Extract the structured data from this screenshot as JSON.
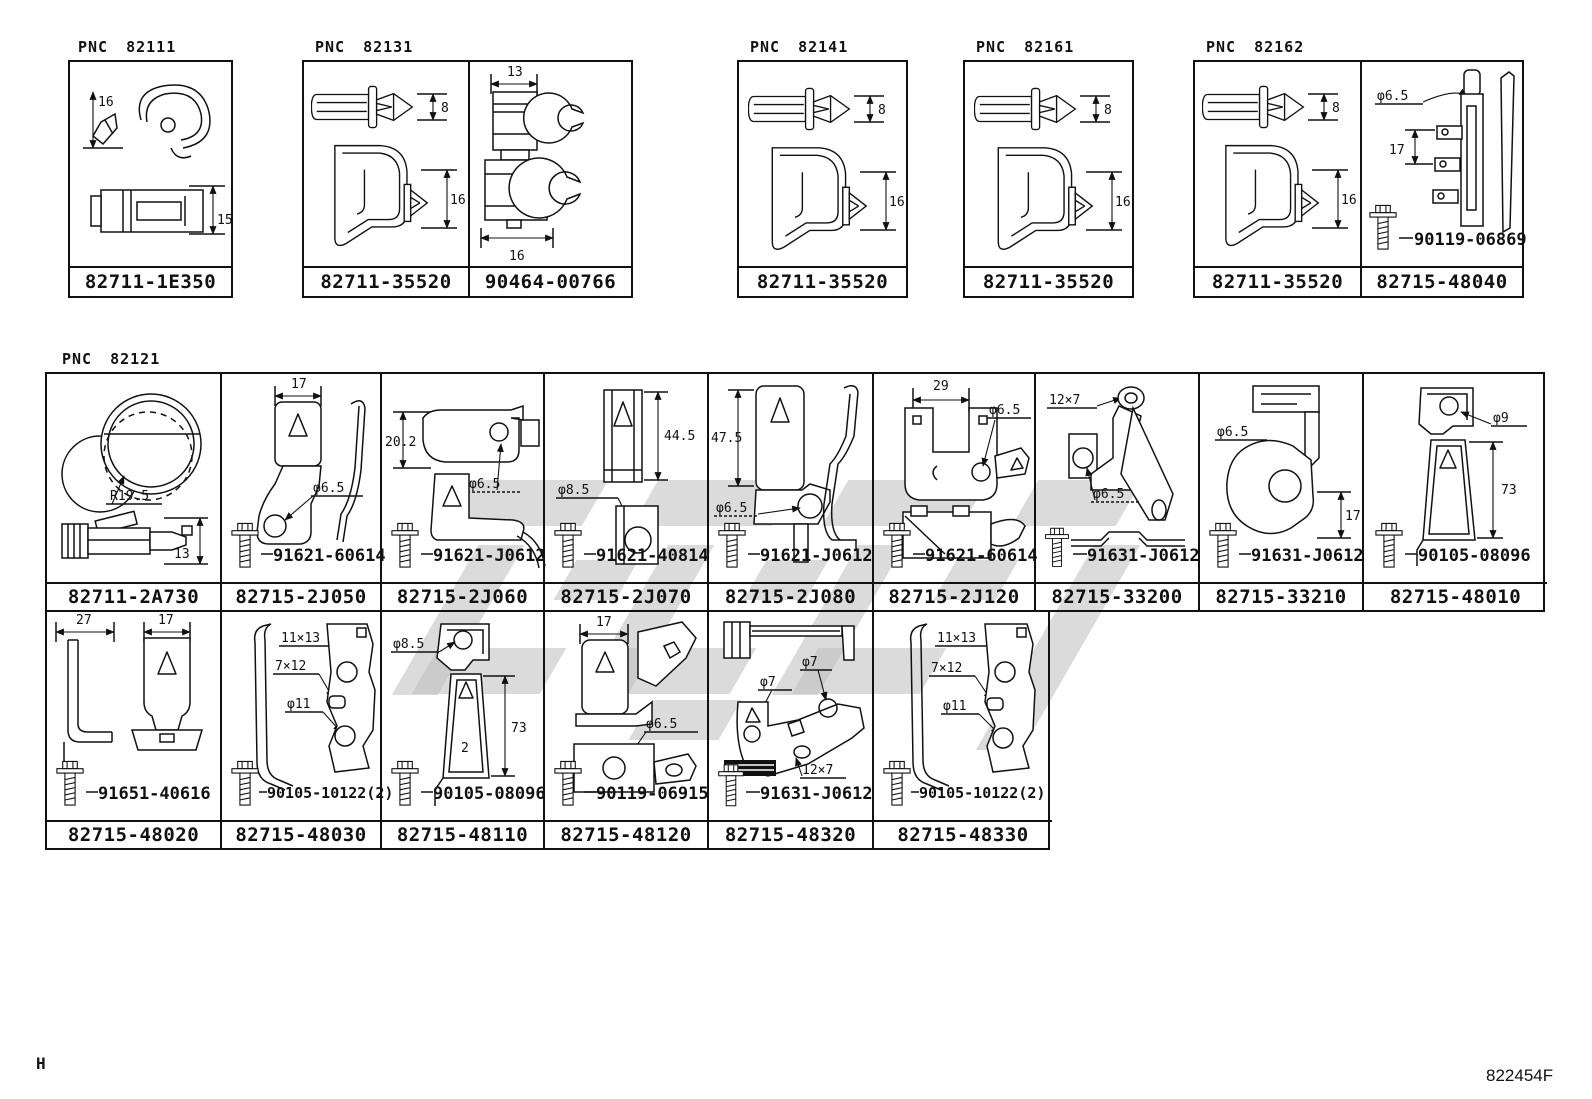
{
  "page": {
    "pnc_prefix": "PNC",
    "corner_letter": "H",
    "page_code": "822454F"
  },
  "top_boxes": [
    {
      "pnc": "82111",
      "cells": [
        {
          "part": "82711-1E350",
          "dims": [
            "16",
            "15"
          ]
        }
      ]
    },
    {
      "pnc": "82131",
      "cells": [
        {
          "part": "82711-35520",
          "dims": [
            "8",
            "16"
          ]
        },
        {
          "part": "90464-00766",
          "dims": [
            "13",
            "16"
          ]
        }
      ]
    },
    {
      "pnc": "82141",
      "cells": [
        {
          "part": "82711-35520",
          "dims": [
            "8",
            "16"
          ]
        }
      ]
    },
    {
      "pnc": "82161",
      "cells": [
        {
          "part": "82711-35520",
          "dims": [
            "8",
            "16"
          ]
        }
      ]
    },
    {
      "pnc": "82162",
      "cells": [
        {
          "part": "82711-35520",
          "dims": [
            "8",
            "16"
          ]
        },
        {
          "part": "82715-48040",
          "dims": [
            "φ6.5",
            "17"
          ],
          "callout": "90119-06869"
        }
      ]
    }
  ],
  "grid": {
    "pnc": "82121",
    "row1": [
      {
        "part": "82711-2A730",
        "dims": [
          "R19.5",
          "13"
        ]
      },
      {
        "part": "82715-2J050",
        "dims": [
          "17",
          "φ6.5"
        ],
        "callout": "91621-60614"
      },
      {
        "part": "82715-2J060",
        "dims": [
          "20.2",
          "φ6.5"
        ],
        "callout": "91621-J0612"
      },
      {
        "part": "82715-2J070",
        "dims": [
          "44.5",
          "φ8.5"
        ],
        "callout": "91621-40814"
      },
      {
        "part": "82715-2J080",
        "dims": [
          "47.5",
          "φ6.5"
        ],
        "callout": "91621-J0612"
      },
      {
        "part": "82715-2J120",
        "dims": [
          "29",
          "φ6.5"
        ],
        "callout": "91621-60614"
      },
      {
        "part": "82715-33200",
        "dims": [
          "12×7",
          "φ6.5"
        ],
        "callout": "91631-J0612"
      },
      {
        "part": "82715-33210",
        "dims": [
          "φ6.5",
          "17"
        ],
        "callout": "91631-J0612"
      },
      {
        "part": "82715-48010",
        "dims": [
          "φ9",
          "73"
        ],
        "callout": "90105-08096"
      }
    ],
    "row2": [
      {
        "part": "82715-48020",
        "dims": [
          "27",
          "17"
        ],
        "callout": "91651-40616"
      },
      {
        "part": "82715-48030",
        "dims": [
          "11×13",
          "7×12",
          "φ11"
        ],
        "callout": "90105-10122(2)"
      },
      {
        "part": "82715-48110",
        "dims": [
          "φ8.5",
          "73",
          "2"
        ],
        "callout": "90105-08096"
      },
      {
        "part": "82715-48120",
        "dims": [
          "17",
          "φ6.5"
        ],
        "callout": "90119-06915"
      },
      {
        "part": "82715-48320",
        "dims": [
          "φ7",
          "φ7",
          "12×7"
        ],
        "callout": "91631-J0612"
      },
      {
        "part": "82715-48330",
        "dims": [
          "11×13",
          "7×12",
          "φ11"
        ],
        "callout": "90105-10122(2)"
      }
    ]
  }
}
